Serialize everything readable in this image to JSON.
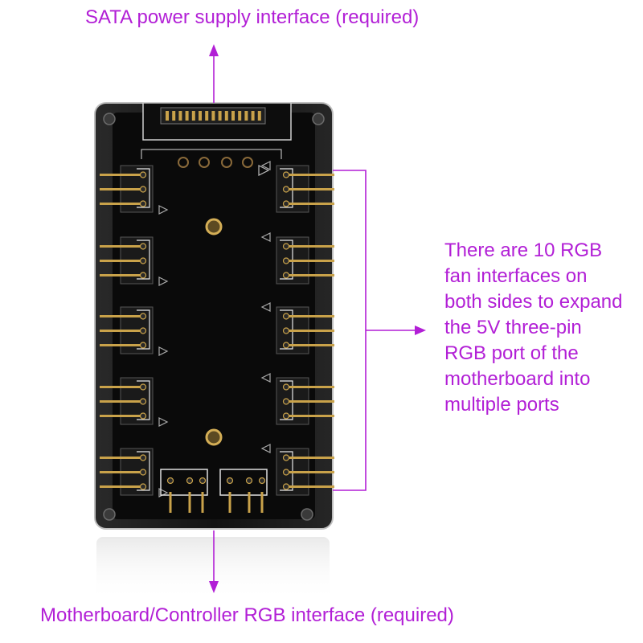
{
  "annotations": {
    "top": "SATA power supply interface (required)",
    "side_lines": [
      "There are 10 RGB",
      "fan interfaces on",
      "both sides to expand",
      "the 5V three-pin",
      "RGB port of the",
      "motherboard into",
      "multiple ports"
    ],
    "bottom": "Motherboard/Controller RGB interface (required)"
  },
  "colors": {
    "annotation": "#b21fd6",
    "board": "#131313",
    "pcb": "#0a0a0a",
    "silkscreen": "#e8e8e8",
    "gold": "#c9a24a"
  }
}
